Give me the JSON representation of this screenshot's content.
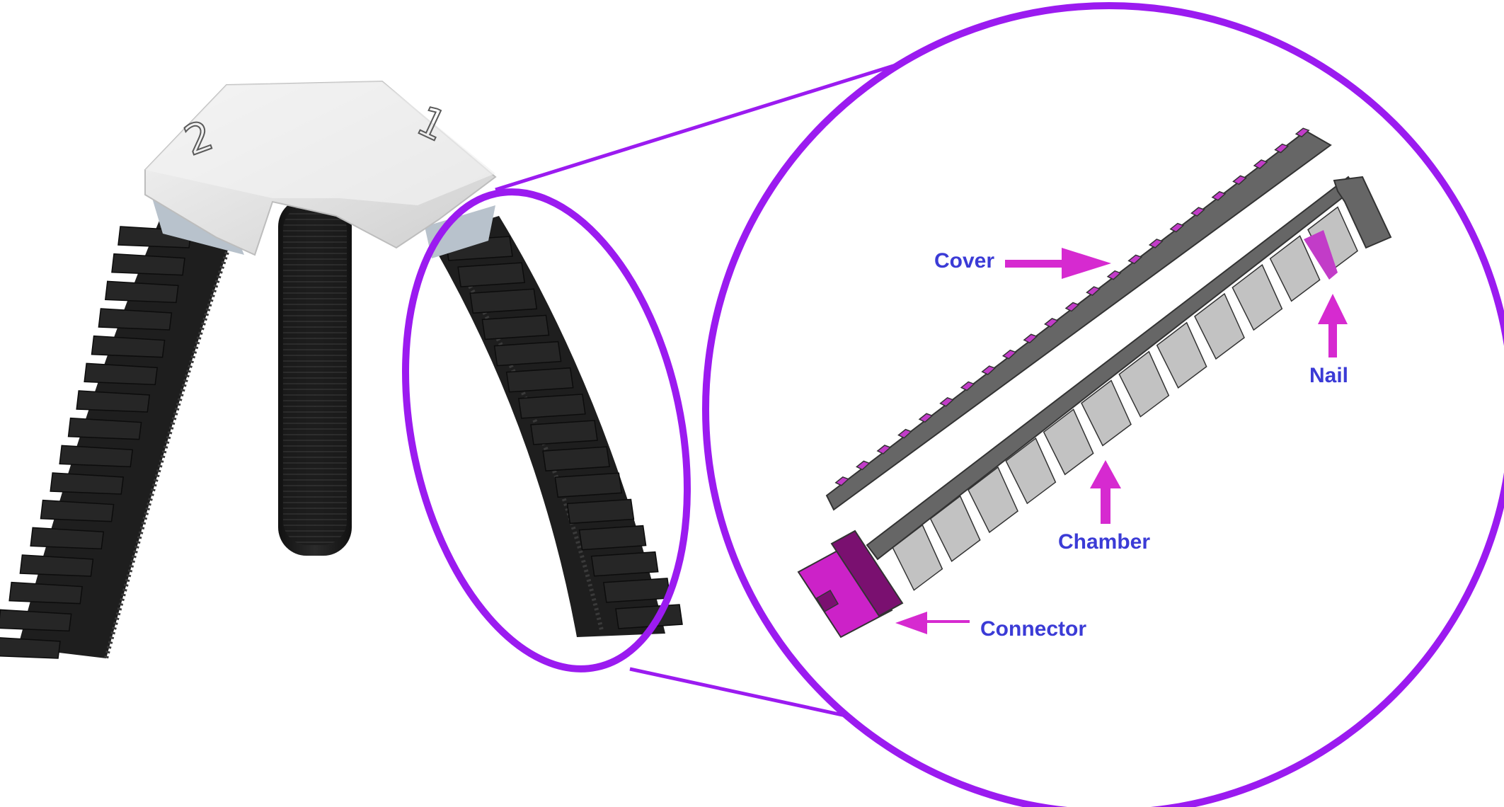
{
  "colors": {
    "ring": "#9b1bf0",
    "label_text": "#3b3bd6",
    "arrow": "#d62ad0",
    "nail_fill": "#c23cc8",
    "connector_fill": "#cc22c8",
    "connector_dark": "#7a1070",
    "part_gray": "#666666",
    "chamber_gray": "#c2c2c2",
    "finger_black": "#1e1e1e",
    "hub_white": "#ececec"
  },
  "photo": {
    "hub_digits": [
      "2",
      "1"
    ]
  },
  "labels": {
    "cover": "Cover",
    "nail": "Nail",
    "chamber": "Chamber",
    "connector": "Connector"
  }
}
